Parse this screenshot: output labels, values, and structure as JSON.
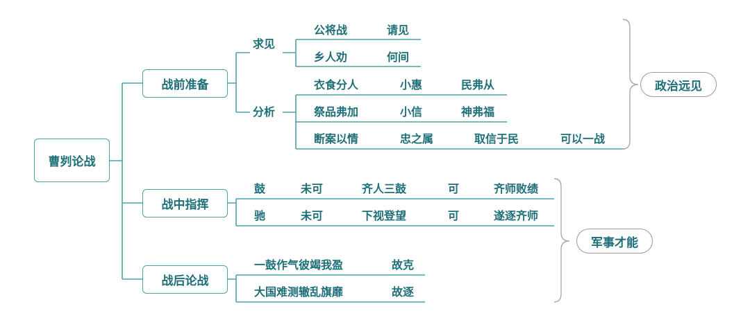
{
  "root": "曹刿论战",
  "branches": [
    {
      "label": "战前准备",
      "groups": [
        {
          "label": "求见",
          "rows": [
            [
              "公将战",
              "请见"
            ],
            [
              "乡人劝",
              "何间"
            ]
          ]
        },
        {
          "label": "分析",
          "rows": [
            [
              "衣食分人",
              "小惠",
              "民弗从"
            ],
            [
              "祭品弗加",
              "小信",
              "神弗福"
            ],
            [
              "断案以情",
              "忠之属",
              "取信于民",
              "可以一战"
            ]
          ]
        }
      ]
    },
    {
      "label": "战中指挥",
      "rows": [
        [
          "鼓",
          "未可",
          "齐人三鼓",
          "可",
          "齐师败绩"
        ],
        [
          "驰",
          "未可",
          "下视登望",
          "可",
          "遂逐齐师"
        ]
      ]
    },
    {
      "label": "战后论战",
      "rows": [
        [
          "一鼓作气彼竭我盈",
          "故克"
        ],
        [
          "大国难测辙乱旗靡",
          "故逐"
        ]
      ]
    }
  ],
  "summaries": [
    "政治远见",
    "军事才能"
  ],
  "colors": {
    "line": "#4aa3a8",
    "text": "#1f6f78",
    "brace": "#aaaaaa"
  }
}
